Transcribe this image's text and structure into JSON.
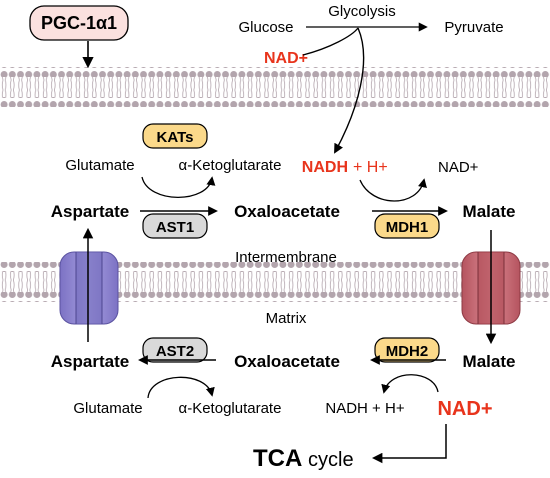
{
  "title_box": {
    "label": "PGC-1α1",
    "fill": "#fbe1df"
  },
  "glycolysis": {
    "label": "Glycolysis",
    "glucose": "Glucose",
    "pyruvate": "Pyruvate",
    "nad_plus": "NAD+"
  },
  "cytosol": {
    "kats": "KATs",
    "glutamate": "Glutamate",
    "alpha_kg": "α-Ketoglutarate",
    "nadh": "NADH",
    "h_plus": "+ H+",
    "nad_plus": "NAD+",
    "aspartate": "Aspartate",
    "ast1": "AST1",
    "oxaloacetate": "Oxaloacetate",
    "mdh1": "MDH1",
    "malate": "Malate"
  },
  "regions": {
    "intermembrane": "Intermembrane",
    "matrix": "Matrix"
  },
  "matrix": {
    "aspartate": "Aspartate",
    "ast2": "AST2",
    "oxaloacetate": "Oxaloacetate",
    "mdh2": "MDH2",
    "malate": "Malate",
    "glutamate": "Glutamate",
    "alpha_kg": "α-Ketoglutarate",
    "nadh_h": "NADH + H+",
    "nad_plus": "NAD+",
    "tca_bold": "TCA",
    "tca_rest": "cycle"
  },
  "colors": {
    "red": "#e8341c",
    "kats_fill": "#fbd98a",
    "mdh_fill": "#fbd98a",
    "ast_fill": "#d9d9d9",
    "membrane_dot": "#b3a5ad",
    "transporter_left": "#8f87cf",
    "transporter_right": "#c6636e"
  }
}
